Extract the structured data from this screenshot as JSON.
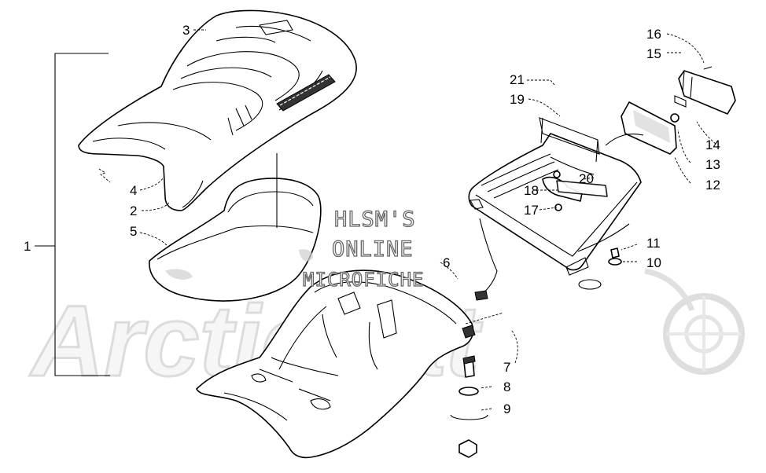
{
  "watermark": {
    "logo_text": "ArcticCat",
    "lines": [
      "HLSM'S",
      "ONLINE",
      "MICROFICHE"
    ]
  },
  "callouts": [
    "1",
    "2",
    "3",
    "4",
    "5",
    "6",
    "7",
    "8",
    "9",
    "10",
    "11",
    "12",
    "13",
    "14",
    "15",
    "16",
    "17",
    "18",
    "19",
    "20",
    "21"
  ]
}
